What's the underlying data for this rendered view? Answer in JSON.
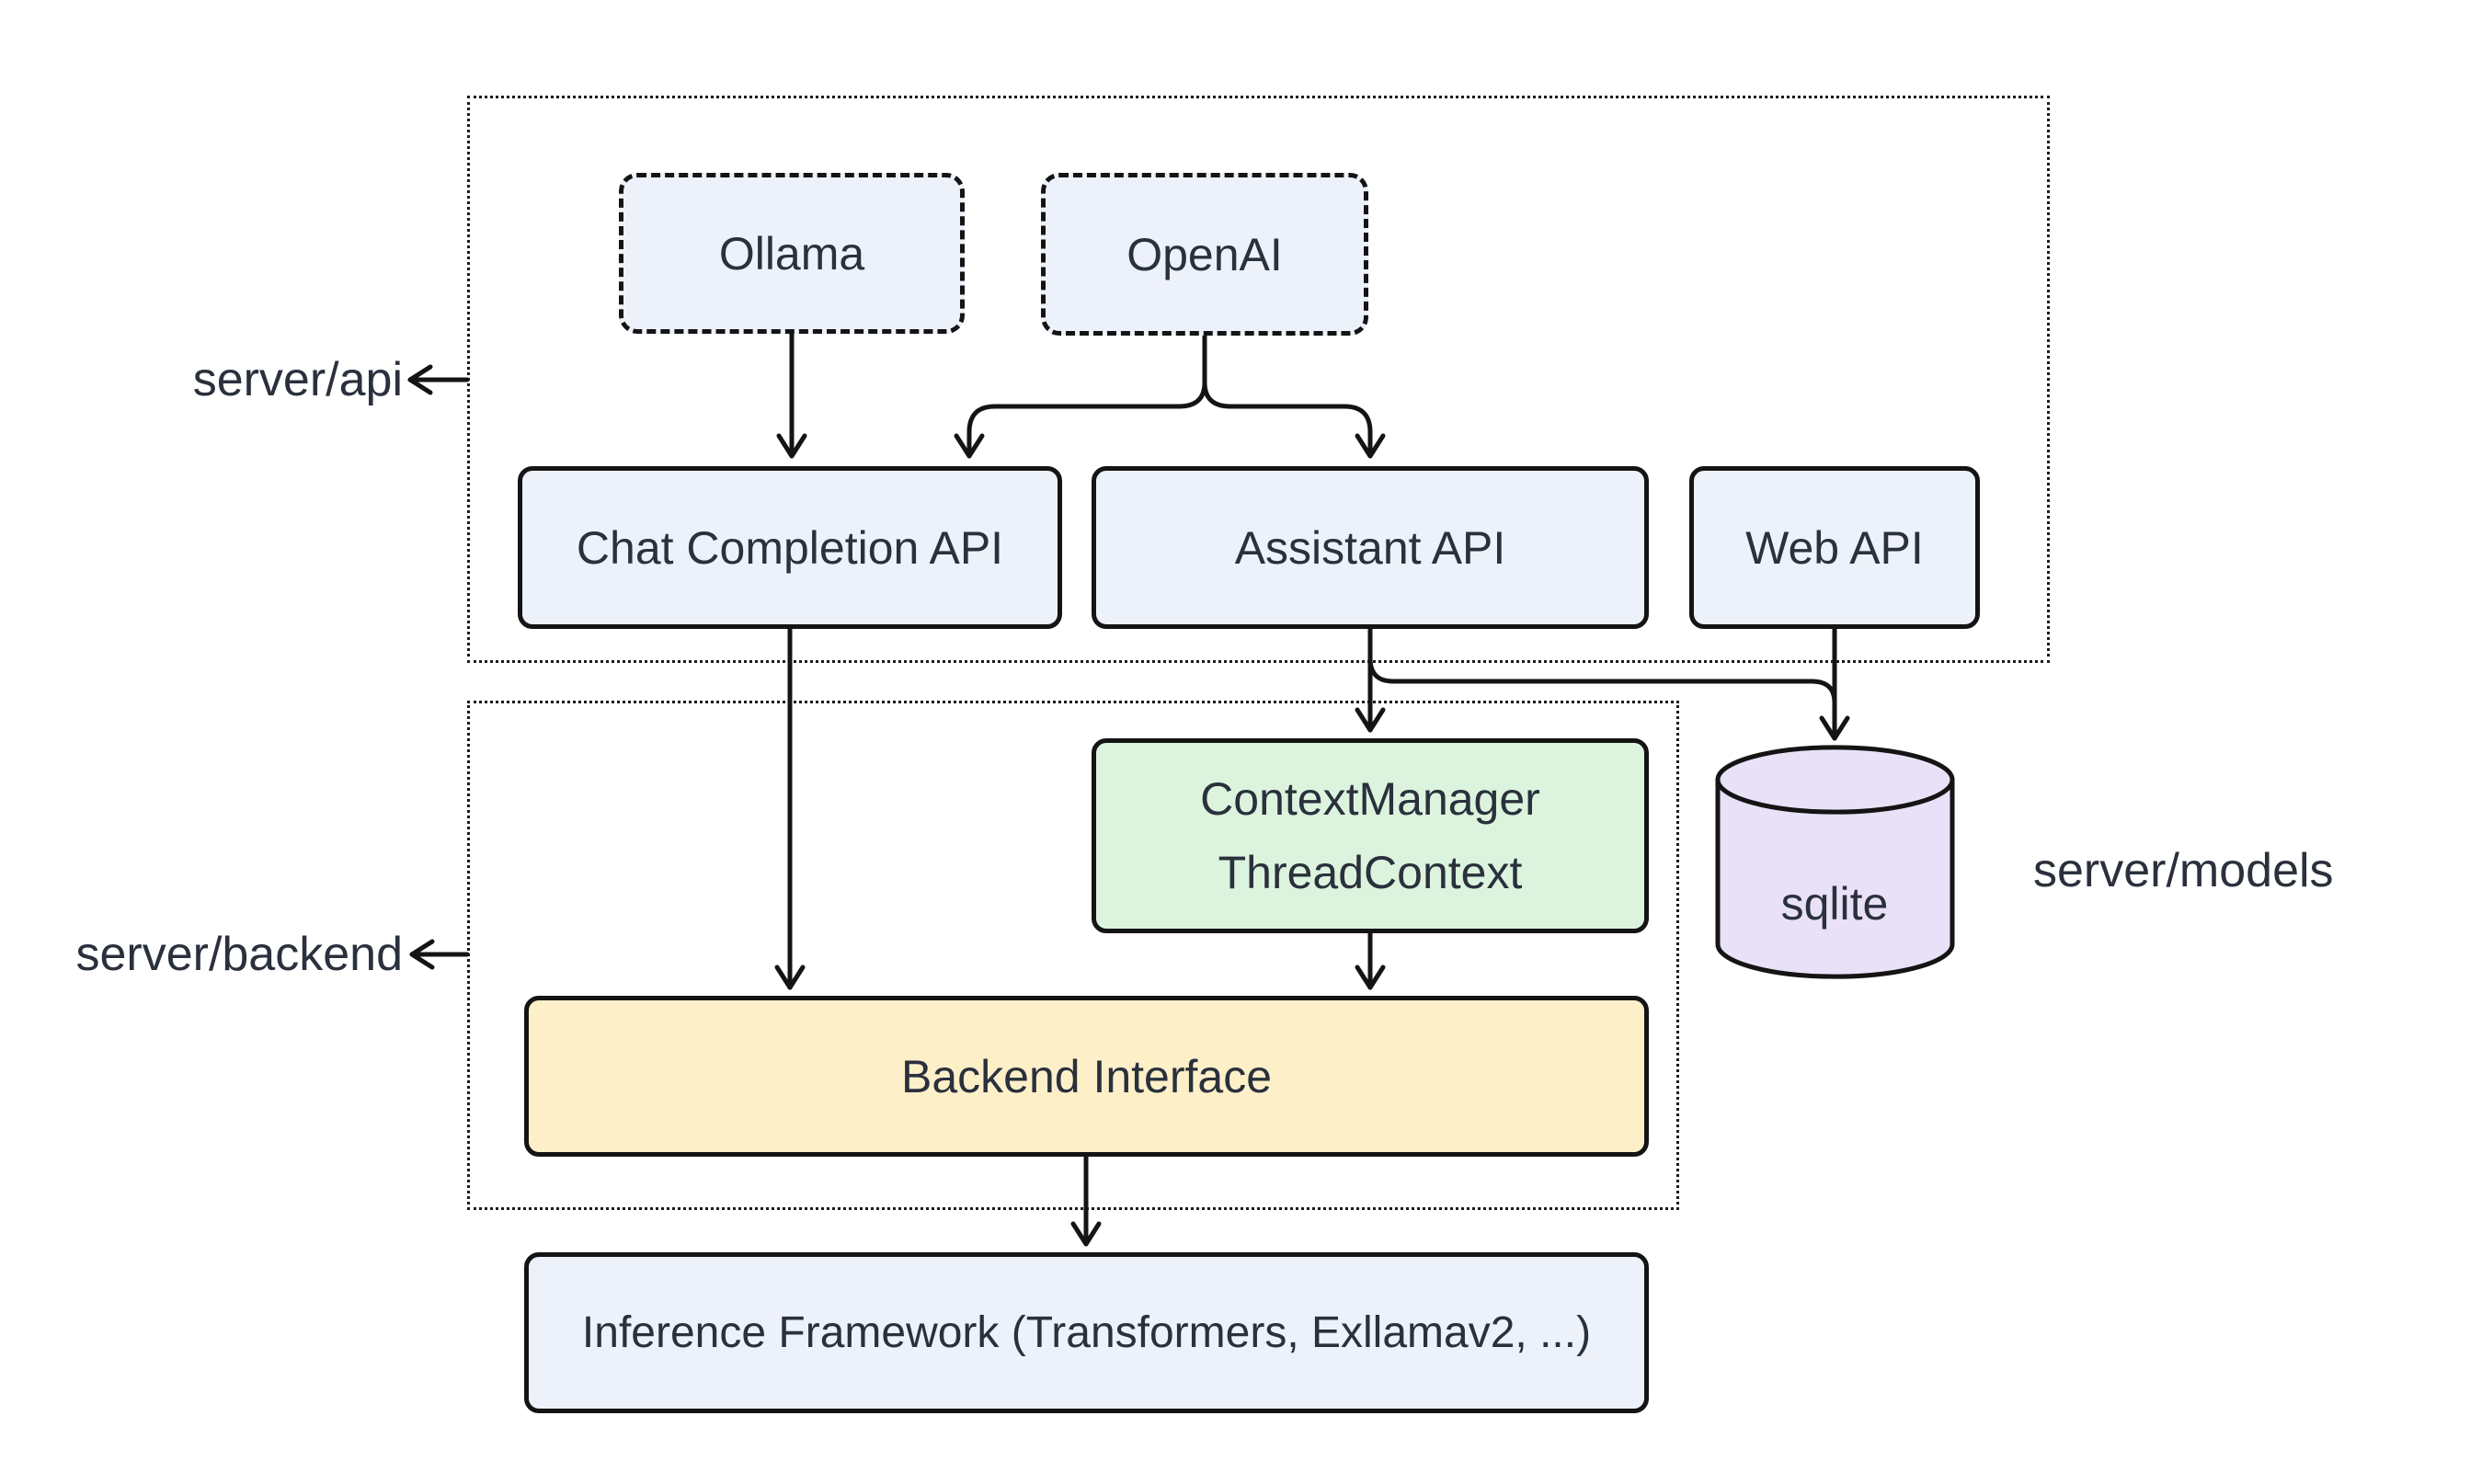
{
  "diagram_type": "architecture-flowchart",
  "colors": {
    "background": "#ffffff",
    "node_fill_blue": "#edf1fa",
    "node_fill_green": "#dcf4dd",
    "node_fill_yellow": "#fdf0c9",
    "node_fill_purple": "#e9e1f8",
    "stroke": "#141414",
    "text": "#2a303c"
  },
  "containers": {
    "server_api": {
      "label": "server/api"
    },
    "server_backend": {
      "label": "server/backend"
    },
    "server_models": {
      "label": "server/models"
    }
  },
  "nodes": {
    "ollama": {
      "label": "Ollama",
      "style": "dashed-blue"
    },
    "openai": {
      "label": "OpenAI",
      "style": "dashed-blue"
    },
    "chat_completion_api": {
      "label": "Chat Completion API",
      "style": "blue"
    },
    "assistant_api": {
      "label": "Assistant API",
      "style": "blue"
    },
    "web_api": {
      "label": "Web API",
      "style": "blue"
    },
    "context_manager": {
      "line1": "ContextManager",
      "line2": "ThreadContext",
      "style": "green"
    },
    "sqlite": {
      "label": "sqlite",
      "style": "purple-cylinder"
    },
    "backend_interface": {
      "label": "Backend Interface",
      "style": "yellow"
    },
    "inference_framework": {
      "label": "Inference Framework (Transformers, Exllamav2, ...)",
      "style": "blue"
    }
  },
  "edges": [
    {
      "from": "ollama",
      "to": "chat_completion_api"
    },
    {
      "from": "openai",
      "to": "chat_completion_api"
    },
    {
      "from": "openai",
      "to": "assistant_api"
    },
    {
      "from": "chat_completion_api",
      "to": "backend_interface"
    },
    {
      "from": "assistant_api",
      "to": "context_manager"
    },
    {
      "from": "assistant_api",
      "to": "sqlite"
    },
    {
      "from": "web_api",
      "to": "sqlite"
    },
    {
      "from": "context_manager",
      "to": "backend_interface"
    },
    {
      "from": "backend_interface",
      "to": "inference_framework"
    }
  ]
}
